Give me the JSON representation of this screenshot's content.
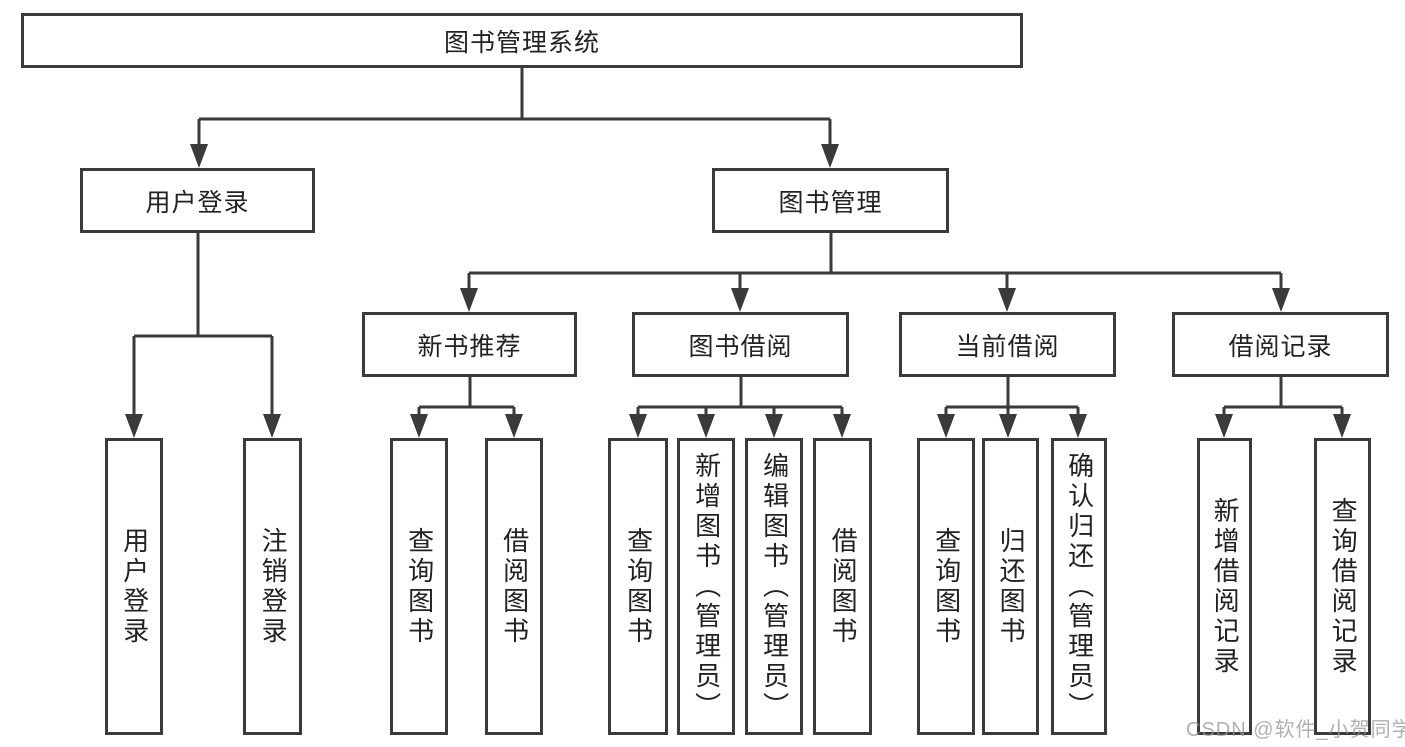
{
  "colors": {
    "line": "#3a3a3a",
    "box_border": "#3a3a3a",
    "box_fill": "#ffffff",
    "text": "#222222",
    "watermark": "#a8a8a8",
    "background": "#ffffff"
  },
  "watermark": {
    "text": "CSDN @软件_小贺同学"
  },
  "tree": {
    "root": {
      "label": "图书管理系统"
    },
    "branches": [
      {
        "label": "用户登录",
        "leaves": [
          {
            "label": "用户登录"
          },
          {
            "label": "注销登录"
          }
        ]
      },
      {
        "label": "图书管理",
        "children": [
          {
            "label": "新书推荐",
            "leaves": [
              {
                "label": "查询图书"
              },
              {
                "label": "借阅图书"
              }
            ]
          },
          {
            "label": "图书借阅",
            "leaves": [
              {
                "label": "查询图书"
              },
              {
                "label": "新增图书（管理员）"
              },
              {
                "label": "编辑图书（管理员）"
              },
              {
                "label": "借阅图书"
              }
            ]
          },
          {
            "label": "当前借阅",
            "leaves": [
              {
                "label": "查询图书"
              },
              {
                "label": "归还图书"
              },
              {
                "label": "确认归还（管理员）"
              }
            ]
          },
          {
            "label": "借阅记录",
            "leaves": [
              {
                "label": "新增借阅记录"
              },
              {
                "label": "查询借阅记录"
              }
            ]
          }
        ]
      }
    ]
  }
}
